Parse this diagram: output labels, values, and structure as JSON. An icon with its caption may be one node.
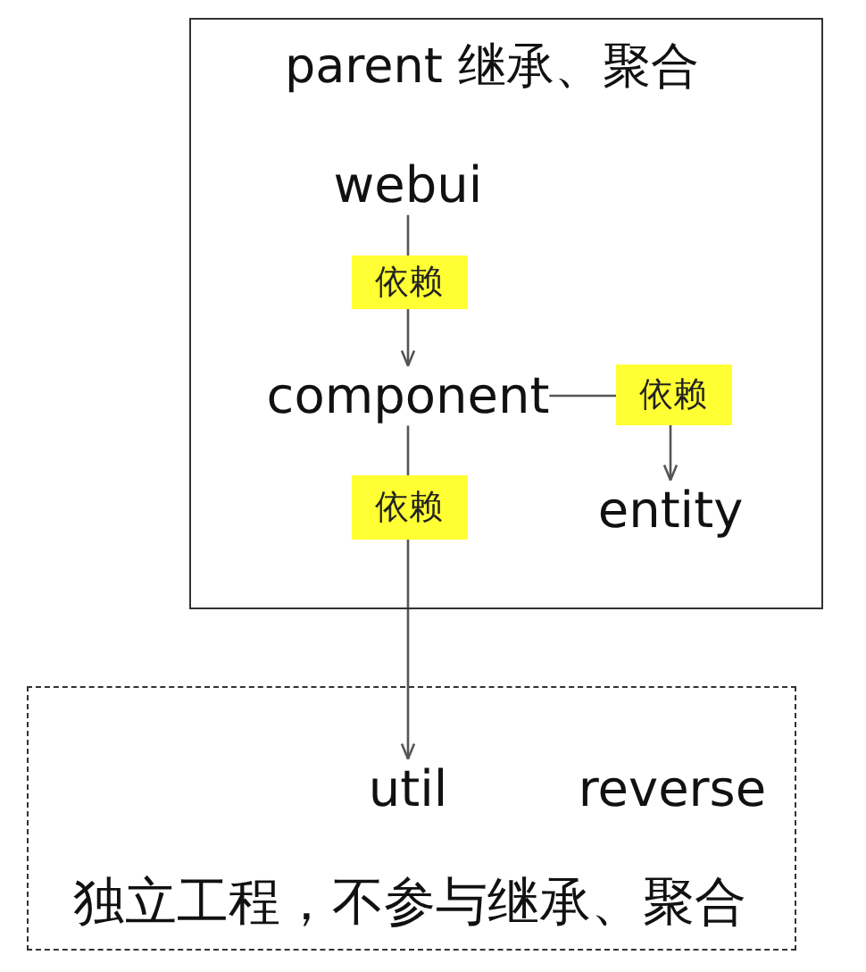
{
  "diagram": {
    "nodes": [
      {
        "text": [
          "parent 继承、聚合"
        ]
      },
      {
        "text": [
          "webui"
        ],
        "in": 0
      },
      {
        "text": [
          "component"
        ],
        "in": 0
      },
      {
        "text": [
          "entity"
        ],
        "in": 0
      },
      {
        "text": [
          "独立工程，不参与继承、聚合"
        ]
      },
      {
        "text": [
          "util"
        ],
        "in": 4
      },
      {
        "text": [
          "reverse"
        ],
        "in": 4
      }
    ],
    "edges": [
      {
        "from": 1,
        "to": 2,
        "arrow": "to",
        "label": "依赖"
      },
      {
        "from": 2,
        "to": 3,
        "arrow": "to",
        "label": "依赖"
      },
      {
        "from": 2,
        "to": 5,
        "arrow": "to",
        "label": "依赖"
      }
    ]
  }
}
